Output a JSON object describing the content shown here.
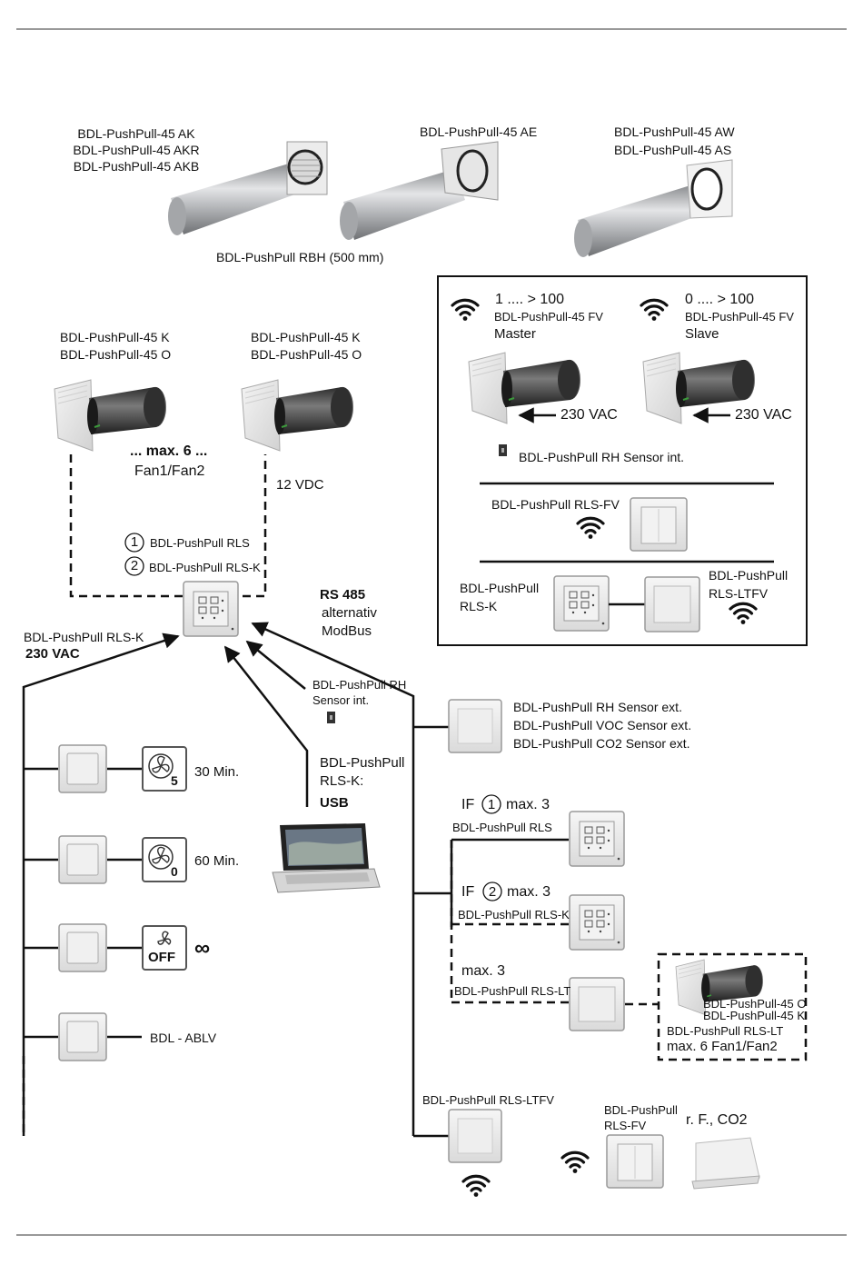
{
  "products_top": {
    "ak_line1": "BDL-PushPull-45 AK",
    "ak_line2": "BDL-PushPull-45 AKR",
    "ak_line3": "BDL-PushPull-45 AKB",
    "ae": "BDL-PushPull-45 AE",
    "aw": "BDL-PushPull-45 AW",
    "as": "BDL-PushPull-45 AS",
    "rbh": "BDL-PushPull RBH (500 mm)"
  },
  "left_units": {
    "unit1_line1": "BDL-PushPull-45 K",
    "unit1_line2": "BDL-PushPull-45 O",
    "unit2_line1": "BDL-PushPull-45 K",
    "unit2_line2": "BDL-PushPull-45 O",
    "max6": "... max. 6 ...",
    "fan": "Fan1/Fan2",
    "vdc": "12 VDC",
    "opt1_num": "1",
    "opt1": "BDL-PushPull RLS",
    "opt2_num": "2",
    "opt2": "BDL-PushPull RLS-K"
  },
  "box": {
    "master_range": "1 .... > 100",
    "master_fv": "BDL-PushPull-45 FV",
    "master": "Master",
    "slave_range": "0 .... > 100",
    "slave_fv": "BDL-PushPull-45 FV",
    "slave": "Slave",
    "vac_left": "230 VAC",
    "vac_right": "230 VAC",
    "rh_int": "BDL-PushPull RH Sensor int.",
    "rls_fv": "BDL-PushPull RLS-FV",
    "rls_k_line1": "BDL-PushPull",
    "rls_k_line2": "RLS-K",
    "ltfv_line1": "BDL-PushPull",
    "ltfv_line2": "RLS-LTFV"
  },
  "center": {
    "rls_k": "BDL-PushPull RLS-K",
    "vac": "230 VAC",
    "rs485": "RS 485",
    "alternativ": "alternativ",
    "modbus": "ModBus",
    "rh_int_line1": "BDL-PushPull RH",
    "rh_int_line2": "Sensor int.",
    "usb_line1": "BDL-PushPull",
    "usb_line2": "RLS-K:",
    "usb": "USB"
  },
  "switches": {
    "s1_digit": "5",
    "s1": "30 Min.",
    "s2_digit": "0",
    "s2": "60 Min.",
    "s3_off": "OFF",
    "s3": "∞",
    "s4": "BDL - ABLV"
  },
  "sensors_ext": {
    "rh": "BDL-PushPull RH Sensor ext.",
    "voc": "BDL-PushPull VOC Sensor ext.",
    "co2": "BDL-PushPull CO2 Sensor ext."
  },
  "right_branch": {
    "if1_pre": "IF",
    "if1_num": "1",
    "if1_post": "max. 3",
    "if1_dev": "BDL-PushPull RLS",
    "if2_pre": "IF",
    "if2_num": "2",
    "if2_post": "max. 3",
    "if2_dev": "BDL-PushPull RLS-K",
    "lt_max": "max. 3",
    "lt_dev": "BDL-PushPull RLS-LT",
    "lt_box_o": "BDL-PushPull-45 O",
    "lt_box_k": "BDL-PushPull-45 K",
    "lt_box_lt": "BDL-PushPull RLS-LT",
    "lt_box_max": "max. 6 Fan1/Fan2",
    "ltfv": "BDL-PushPull RLS-LTFV",
    "fv_line1": "BDL-PushPull",
    "fv_line2": "RLS-FV",
    "rf": "r. F., CO2"
  }
}
